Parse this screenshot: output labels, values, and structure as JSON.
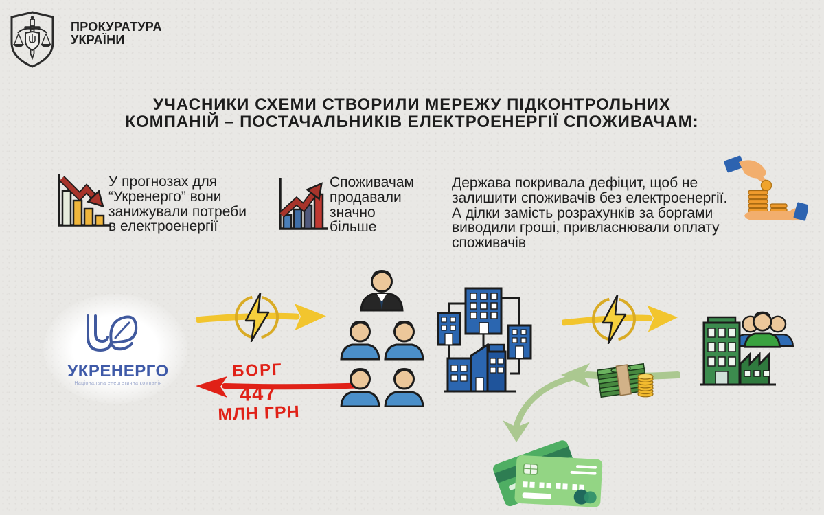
{
  "header": {
    "org_lines": [
      "ПРОКУРАТУРА",
      "УКРАЇНИ"
    ],
    "emblem": "prosecutor-shield-sword-scales"
  },
  "title": {
    "lines": [
      "УЧАСНИКИ СХЕМИ СТВОРИЛИ МЕРЕЖУ ПІДКОНТРОЛЬНИХ",
      "КОМПАНІЙ – ПОСТАЧАЛЬНИКІВ ЕЛЕКТРОЕНЕРГІЇ СПОЖИВАЧАМ:"
    ]
  },
  "points": [
    {
      "icon": "declining-bar-chart-icon",
      "lines": [
        "У прогнозах для",
        "“Укренерго” вони",
        "занижували потреби",
        "в електроенергії"
      ]
    },
    {
      "icon": "rising-bar-chart-icon",
      "lines": [
        "Споживачам",
        "продавали",
        "значно",
        "більше"
      ]
    },
    {
      "icon": "hand-giving-coins-icon",
      "lines": [
        "Держава покривала дефіцит, щоб не",
        "залишити споживачів без електроенергії.",
        "А ділки замість розрахунків за боргами",
        "виводили гроші, привласнювали оплату",
        "споживачів"
      ]
    }
  ],
  "diagram": {
    "ukrenergo": {
      "name": "УКРЕНЕРГО",
      "tagline": "Національна енергетична компанія"
    },
    "debt": {
      "label": "БОРГ",
      "amount": "447",
      "units": "МЛН ГРН"
    },
    "flow_icons": [
      "ukrenergo-logo",
      "electricity-arrow-right",
      "lightning-bolt",
      "intermediaries-people-group",
      "shell-companies-buildings",
      "electricity-arrow-right",
      "lightning-bolt",
      "consumers-building-factory",
      "money-stack-return-arrow",
      "debt-arrow-left",
      "card-payments-curved-arrow",
      "credit-cards"
    ]
  },
  "colors": {
    "background": "#e9e8e5",
    "text": "#1d1d1d",
    "electricity_yellow": "#f2c52e",
    "debt_red": "#e02117",
    "money_green": "#abc890",
    "buildings_blue": "#2b66b0",
    "consumers_green": "#3c8c4e",
    "ukrenergo_blue": "#3f5aa8",
    "coin_gold": "#f3bb2f"
  }
}
